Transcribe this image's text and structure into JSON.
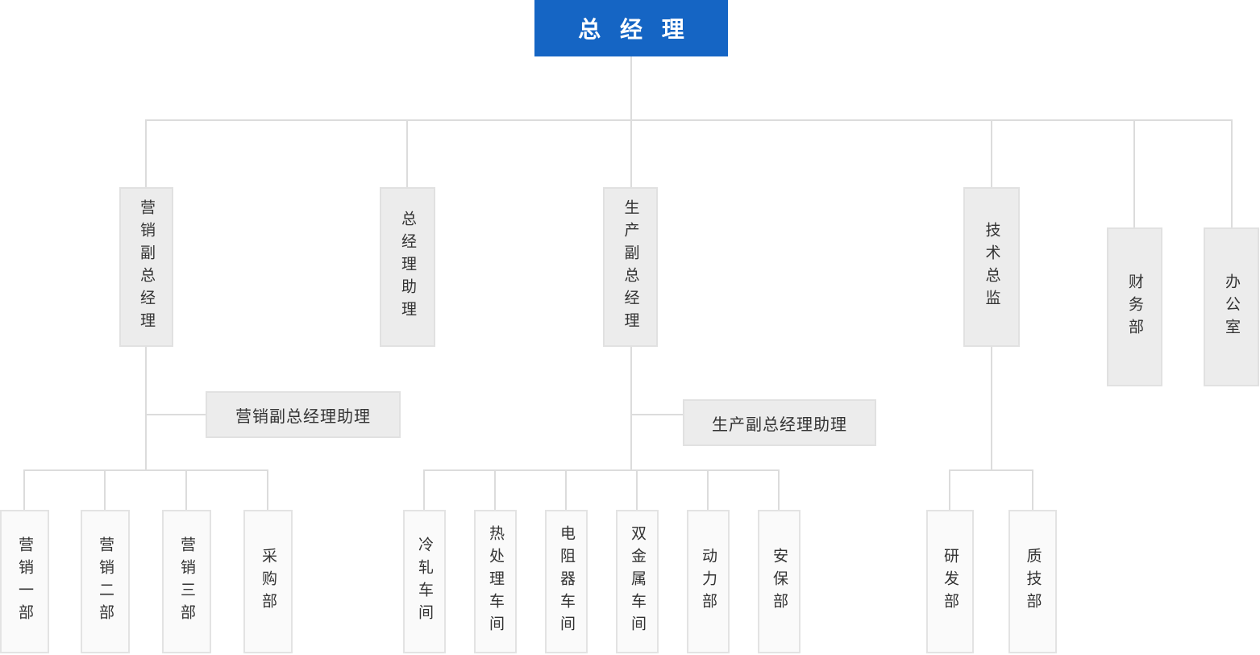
{
  "colors": {
    "root_bg": "#1565c4",
    "root_text": "#ffffff",
    "node_bg": "#ececec",
    "node_border": "#e1e1e1",
    "leaf_bg": "#fafafa",
    "leaf_border": "#e3e3e3",
    "connector_line": "#dcdcdc",
    "node_text": "#333333"
  },
  "org": {
    "root": {
      "label": "总 经 理"
    },
    "level2": [
      {
        "label": "营销副总经理"
      },
      {
        "label": "总经理助理"
      },
      {
        "label": "生产副总经理"
      },
      {
        "label": "技术总监"
      },
      {
        "label": "财务部"
      },
      {
        "label": "办公室"
      }
    ],
    "assistants": [
      {
        "label": "营销副总经理助理"
      },
      {
        "label": "生产副总经理助理"
      }
    ],
    "leaves": {
      "marketing": [
        "营销一部",
        "营销二部",
        "营销三部",
        "采购部"
      ],
      "production": [
        "冷轧车间",
        "热处理车间",
        "电阻器车间",
        "双金属车间",
        "动力部",
        "安保部"
      ],
      "tech": [
        "研发部",
        "质技部"
      ]
    }
  }
}
